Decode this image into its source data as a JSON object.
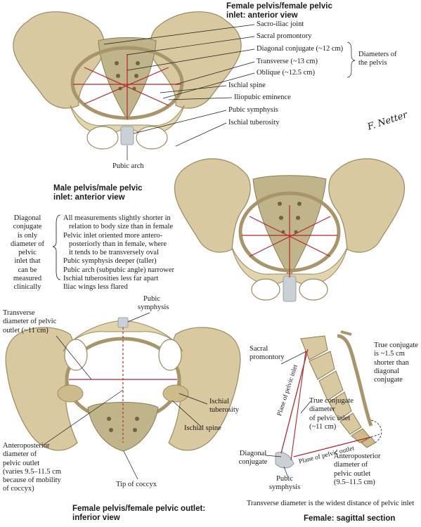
{
  "female_inlet": {
    "title_line1": "Female pelvis/female pelvic",
    "title_line2": "inlet: anterior view",
    "labels": {
      "sacroiliac_joint": "Sacro-iliac joint",
      "sacral_promontory": "Sacral promontory",
      "diagonal_conjugate": "Diagonal conjugate (~12 cm)",
      "transverse": "Transverse (~13 cm)",
      "oblique": "Oblique (~12.5 cm)",
      "ischial_spine": "Ischial spine",
      "iliopubic_eminence": "Iliopubic eminence",
      "pubic_symphysis": "Pubic symphysis",
      "ischial_tuberosity": "Ischial tuberosity",
      "pubic_arch": "Pubic arch"
    },
    "diameters_note_line1": "Diameters of",
    "diameters_note_line2": "the pelvis"
  },
  "male_inlet": {
    "title_line1": "Male pelvis/male pelvic",
    "title_line2": "inlet: anterior view"
  },
  "diagonal_note": {
    "lines": [
      "Diagonal",
      "conjugate",
      "is only",
      "diameter of",
      "pelvic",
      "inlet that",
      "can be",
      "measured",
      "clinically"
    ]
  },
  "male_differences": {
    "lines": [
      "All measurements slightly shorter in",
      "relation to body size than in female",
      "Pelvic inlet oriented more antero-",
      "posteriorly than in female, where",
      "it tends to be transversely oval",
      "Pubic symphysis deeper (taller)",
      "Pubic arch (subpubic angle) narrower",
      "Ischial tuberosities less far apart",
      "Iliac wings less flared"
    ]
  },
  "female_outlet": {
    "title_line1": "Female pelvis/female pelvic outlet:",
    "title_line2": "inferior view",
    "transverse_lines": [
      "Transverse",
      "diameter of pelvic",
      "outlet (~11 cm)"
    ],
    "pubic_symphysis_lines": [
      "Pubic",
      "symphysis"
    ],
    "ischial_tuberosity_lines": [
      "Ischial",
      "tuberosity"
    ],
    "ischial_spine": "Ischial spine",
    "ap_lines": [
      "Anteroposterior",
      "diameter of",
      "pelvic outlet",
      "(varies 9.5–11.5 cm",
      "because of mobility",
      "of coccyx)"
    ],
    "tip_of_coccyx": "Tip of coccyx"
  },
  "sagittal": {
    "title": "Female: sagittal section",
    "sacral_promontory_lines": [
      "Sacral",
      "promontory"
    ],
    "true_conjugate_note_lines": [
      "True conjugate",
      "is ~1.5 cm",
      "shorter than",
      "diagonal",
      "conjugate"
    ],
    "plane_inlet": "Plane of pelvic inlet",
    "plane_outlet": "Plane of pelvic outlet",
    "true_conjugate_lines": [
      "True conjugate",
      "diameter",
      "of pelvic inlet",
      "(~11 cm)"
    ],
    "diagonal_conjugate_lines": [
      "Diagonal",
      "conjugate"
    ],
    "pubic_symphysis_lines": [
      "Pubic",
      "symphysis"
    ],
    "ap_outlet_lines": [
      "Anteroposterior",
      "diameter of",
      "pelvic outlet",
      "(9.5–11.5 cm)"
    ],
    "transverse_note": "Transverse diameter is the widest distance of pelvic inlet"
  },
  "signature": "F. Netter",
  "colors": {
    "bone": "#d9c9a0",
    "bone_light": "#ece1bf",
    "bone_dark": "#a9956a",
    "sacrum": "#bfb48a",
    "cartilage": "#c9d0d6",
    "measure_line": "#b3282d"
  }
}
